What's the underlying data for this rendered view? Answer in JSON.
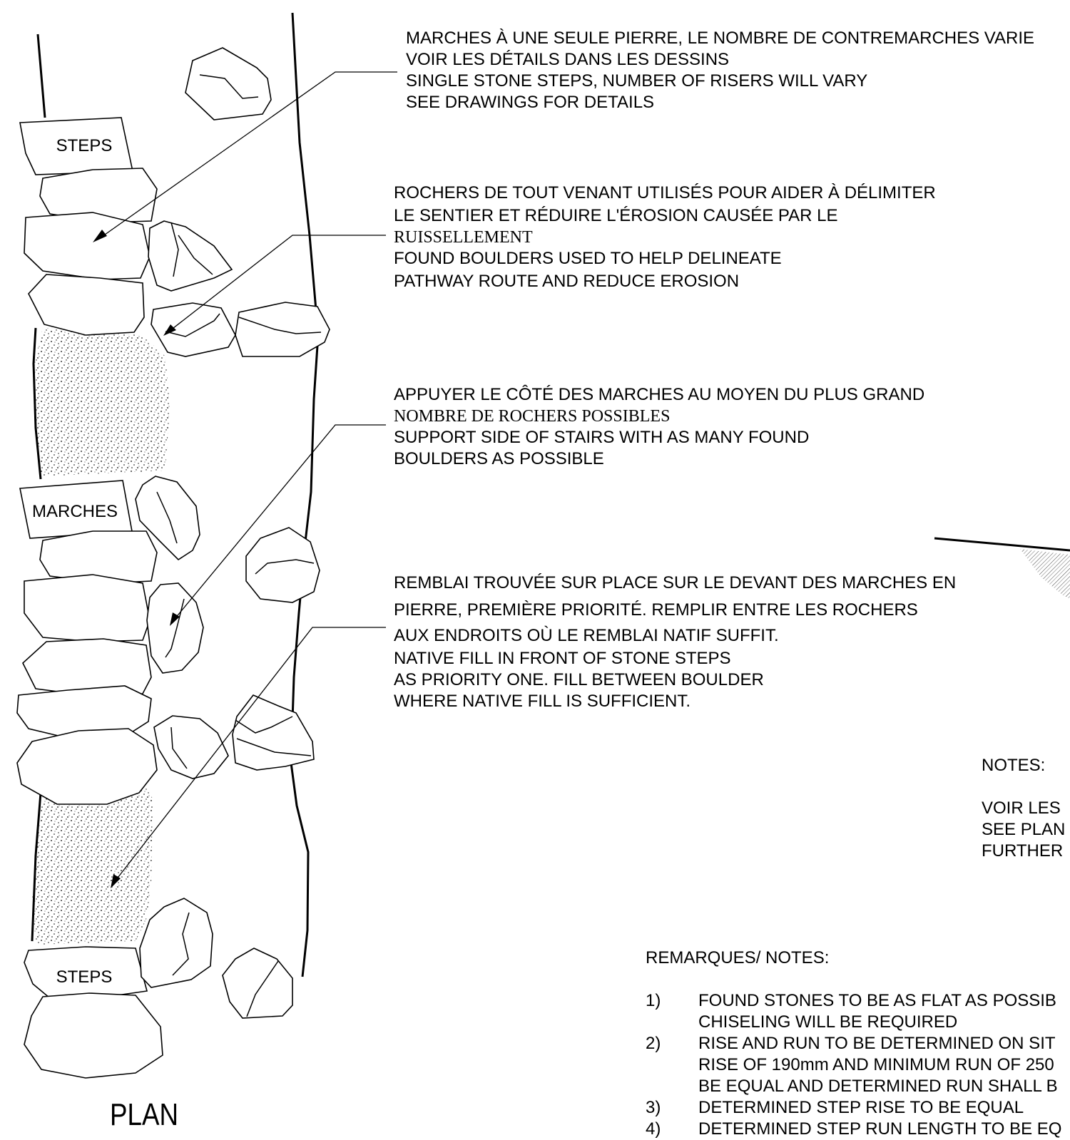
{
  "plan": {
    "title": "PLAN",
    "step_labels": [
      "STEPS",
      "MARCHES",
      "STEPS"
    ]
  },
  "callouts": [
    {
      "lines": [
        "MARCHES À UNE SEULE PIERRE, LE NOMBRE DE CONTREMARCHES VARIE",
        "VOIR LES DÉTAILS DANS LES DESSINS",
        "SINGLE STONE STEPS, NUMBER OF RISERS WILL VARY",
        "SEE DRAWINGS FOR DETAILS"
      ]
    },
    {
      "lines": [
        "ROCHERS DE TOUT VENANT UTILISÉS POUR AIDER À DÉLIMITER",
        "LE SENTIER ET RÉDUIRE L'ÉROSION CAUSÉE PAR LE",
        "RUISSELLEMENT",
        "FOUND BOULDERS USED TO HELP DELINEATE",
        "PATHWAY ROUTE AND REDUCE EROSION"
      ]
    },
    {
      "lines": [
        "APPUYER LE CÔTÉ DES MARCHES AU MOYEN DU PLUS GRAND",
        "NOMBRE DE ROCHERS POSSIBLES",
        "SUPPORT SIDE OF STAIRS WITH AS MANY FOUND",
        "BOULDERS AS POSSIBLE"
      ]
    },
    {
      "lines": [
        "REMBLAI TROUVÉE SUR PLACE SUR LE DEVANT DES MARCHES EN",
        "PIERRE, PREMIÈRE PRIORITÉ. REMPLIR ENTRE LES ROCHERS",
        "AUX ENDROITS OÙ LE REMBLAI NATIF SUFFIT.",
        "NATIVE FILL IN FRONT OF STONE STEPS",
        "AS PRIORITY  ONE. FILL BETWEEN BOULDER",
        "WHERE  NATIVE FILL IS SUFFICIENT."
      ]
    }
  ],
  "side_notes": {
    "heading": "NOTES:",
    "lines": [
      "VOIR LES",
      "SEE PLAN",
      "FURTHER"
    ]
  },
  "remarks": {
    "heading": "REMARQUES/ NOTES:",
    "items": [
      {
        "num": "1)",
        "lines": [
          "FOUND STONES TO BE AS FLAT AS POSSIB",
          "CHISELING WILL BE REQUIRED"
        ]
      },
      {
        "num": "2)",
        "lines": [
          "RISE AND RUN TO BE DETERMINED  ON SIT",
          "RISE OF 190mm AND MINIMUM RUN OF 250",
          "BE EQUAL AND DETERMINED RUN SHALL B"
        ]
      },
      {
        "num": "3)",
        "lines": [
          "DETERMINED STEP RISE TO BE EQUAL"
        ]
      },
      {
        "num": "4)",
        "lines": [
          "DETERMINED STEP RUN LENGTH TO BE EQ"
        ]
      }
    ]
  }
}
